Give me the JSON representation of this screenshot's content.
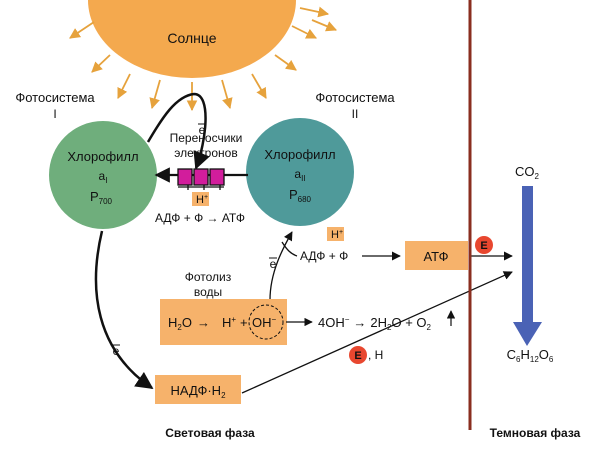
{
  "sun": {
    "label": "Солнце"
  },
  "ps1": {
    "header": "Фотосистема",
    "numeral": "I",
    "name": "Хлорофилл",
    "pigment_base": "a",
    "pigment_sub": "I",
    "center_base": "P",
    "center_sub": "700"
  },
  "ps2": {
    "header": "Фотосистема",
    "numeral": "II",
    "name": "Хлорофилл",
    "pigment_base": "a",
    "pigment_sub": "II",
    "center_base": "P",
    "center_sub": "680"
  },
  "carriers": {
    "line1": "Переносчики",
    "line2": "электронов"
  },
  "electron_symbol": "e",
  "hplus": "H",
  "hplus_sup": "+",
  "atp_synth_1": "АДФ + Ф → АТФ",
  "atp_synth_2": "АДФ + Ф",
  "atp_box": "АТФ",
  "energy_badge": "E",
  "photolysis": {
    "line1": "Фотолиз",
    "line2": "воды"
  },
  "water_box": {
    "h2o_h": "H",
    "h2o_sub": "2",
    "h2o_o": "O",
    "arrow": "→",
    "hplus": "H",
    "hplus_sup": "+",
    "plus": "+",
    "oh": "OH",
    "oh_sup": "−"
  },
  "hydroxyl_reaction": {
    "left": "4OH",
    "left_sup": "−",
    "arrow": "→",
    "right_a": "2H",
    "right_a_sub": "2",
    "right_b": "O + O",
    "right_b_sub": "2"
  },
  "e_h_label": ", H",
  "nadph_box": {
    "text": "НАДФ·H",
    "sub": "2"
  },
  "co2": {
    "base": "CO",
    "sub": "2"
  },
  "glucose": {
    "c": "C",
    "c_sub": "6",
    "h": "H",
    "h_sub": "12",
    "o": "O",
    "o_sub": "6"
  },
  "light_phase": "Световая фаза",
  "dark_phase": "Темновая фаза",
  "colors": {
    "sun": "#f4a94e",
    "ps1_circle": "#6fae7c",
    "ps2_circle": "#4f9a9a",
    "box": "#f6b26b",
    "carrier": "#d21d9c",
    "badge": "#e8472f",
    "divider": "#8a2e1f",
    "dark_arrow": "#4a62b5"
  }
}
